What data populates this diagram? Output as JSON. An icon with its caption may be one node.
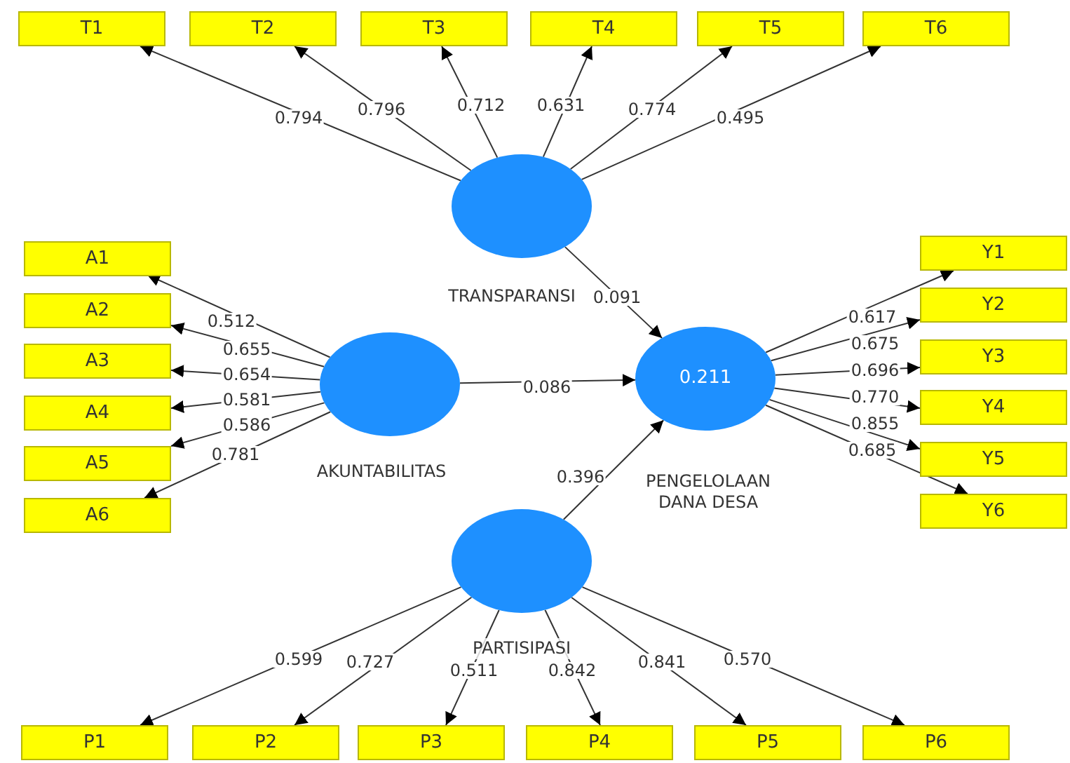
{
  "diagram": {
    "nodes": [
      {
        "text": [
          "T1"
        ]
      },
      {
        "text": [
          "T2"
        ]
      },
      {
        "text": [
          "T3"
        ]
      },
      {
        "text": [
          "T4"
        ]
      },
      {
        "text": [
          "T5"
        ]
      },
      {
        "text": [
          "T6"
        ]
      },
      {
        "text": [
          "A1"
        ]
      },
      {
        "text": [
          "A2"
        ]
      },
      {
        "text": [
          "A3"
        ]
      },
      {
        "text": [
          "A4"
        ]
      },
      {
        "text": [
          "A5"
        ]
      },
      {
        "text": [
          "A6"
        ]
      },
      {
        "text": [
          "Y1"
        ]
      },
      {
        "text": [
          "Y2"
        ]
      },
      {
        "text": [
          "Y3"
        ]
      },
      {
        "text": [
          "Y4"
        ]
      },
      {
        "text": [
          "Y5"
        ]
      },
      {
        "text": [
          "Y6"
        ]
      },
      {
        "text": [
          "P1"
        ]
      },
      {
        "text": [
          "P2"
        ]
      },
      {
        "text": [
          "P3"
        ]
      },
      {
        "text": [
          "P4"
        ]
      },
      {
        "text": [
          "P5"
        ]
      },
      {
        "text": [
          "P6"
        ]
      },
      {
        "text": [],
        "shape": "circle",
        "beside": [
          "TRANSPARANSI"
        ]
      },
      {
        "text": [],
        "shape": "circle",
        "beside": [
          "AKUNTABILITAS"
        ]
      },
      {
        "text": [
          "0.211"
        ],
        "beside": [
          "PENGELOLAAN DANA DESA"
        ]
      },
      {
        "text": [],
        "shape": "circle",
        "beside": [
          "PARTISIPASI"
        ]
      }
    ],
    "edges": [
      {
        "from": 24,
        "to": 0,
        "label": "0.794",
        "arrow": "to"
      },
      {
        "from": 24,
        "to": 1,
        "label": "0.796",
        "arrow": "to"
      },
      {
        "from": 24,
        "to": 2,
        "label": "0.712",
        "arrow": "to"
      },
      {
        "from": 24,
        "to": 3,
        "label": "0.631",
        "arrow": "to"
      },
      {
        "from": 24,
        "to": 4,
        "label": "0.774",
        "arrow": "to"
      },
      {
        "from": 24,
        "to": 5,
        "label": "0.495",
        "arrow": "to"
      },
      {
        "from": 25,
        "to": 6,
        "label": "0.512",
        "arrow": "to"
      },
      {
        "from": 25,
        "to": 7,
        "label": "0.655",
        "arrow": "to"
      },
      {
        "from": 25,
        "to": 8,
        "label": "0.654",
        "arrow": "to"
      },
      {
        "from": 25,
        "to": 9,
        "label": "0.581",
        "arrow": "to"
      },
      {
        "from": 25,
        "to": 10,
        "label": "0.586",
        "arrow": "to"
      },
      {
        "from": 25,
        "to": 11,
        "label": "0.781",
        "arrow": "to"
      },
      {
        "from": 26,
        "to": 12,
        "label": "0.617",
        "arrow": "to"
      },
      {
        "from": 26,
        "to": 13,
        "label": "0.675",
        "arrow": "to"
      },
      {
        "from": 26,
        "to": 14,
        "label": "0.696",
        "arrow": "to"
      },
      {
        "from": 26,
        "to": 15,
        "label": "0.770",
        "arrow": "to"
      },
      {
        "from": 26,
        "to": 16,
        "label": "0.855",
        "arrow": "to"
      },
      {
        "from": 26,
        "to": 17,
        "label": "0.685",
        "arrow": "to"
      },
      {
        "from": 27,
        "to": 18,
        "label": "0.599",
        "arrow": "to"
      },
      {
        "from": 27,
        "to": 19,
        "label": "0.727",
        "arrow": "to"
      },
      {
        "from": 27,
        "to": 20,
        "label": "0.511",
        "arrow": "to"
      },
      {
        "from": 27,
        "to": 21,
        "label": "0.842",
        "arrow": "to"
      },
      {
        "from": 27,
        "to": 22,
        "label": "0.841",
        "arrow": "to"
      },
      {
        "from": 27,
        "to": 23,
        "label": "0.570",
        "arrow": "to"
      },
      {
        "from": 24,
        "to": 26,
        "label": "0.091",
        "arrow": "to"
      },
      {
        "from": 25,
        "to": 26,
        "label": "0.086",
        "arrow": "to"
      },
      {
        "from": 27,
        "to": 26,
        "label": "0.396",
        "arrow": "to"
      }
    ]
  }
}
